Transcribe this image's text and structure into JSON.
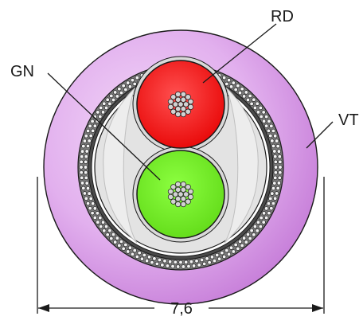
{
  "diagram": {
    "labels": {
      "red_conductor": "RD",
      "green_conductor": "GN",
      "jacket": "VT"
    },
    "dimension": "7,6",
    "colors": {
      "jacket": "#cc85dd",
      "jacket_light": "#edc6f5",
      "filler": "#e3e3e3",
      "red": "#ff1a1a",
      "green": "#73f023",
      "shield": "#7a7a7a",
      "strand": "#d2d2d2",
      "outline": "#1a1a1a"
    }
  }
}
